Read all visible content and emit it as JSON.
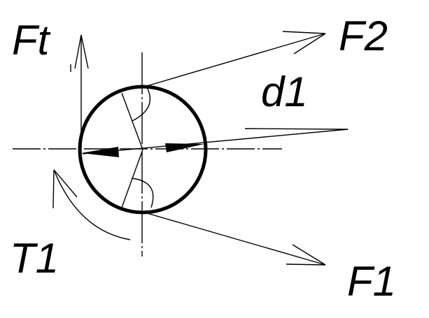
{
  "labels": {
    "ft": "Ft",
    "f2": "F2",
    "d1": "d1",
    "t1": "T1",
    "f1": "F1"
  },
  "colors": {
    "ink": "#000000",
    "background": "#ffffff"
  }
}
